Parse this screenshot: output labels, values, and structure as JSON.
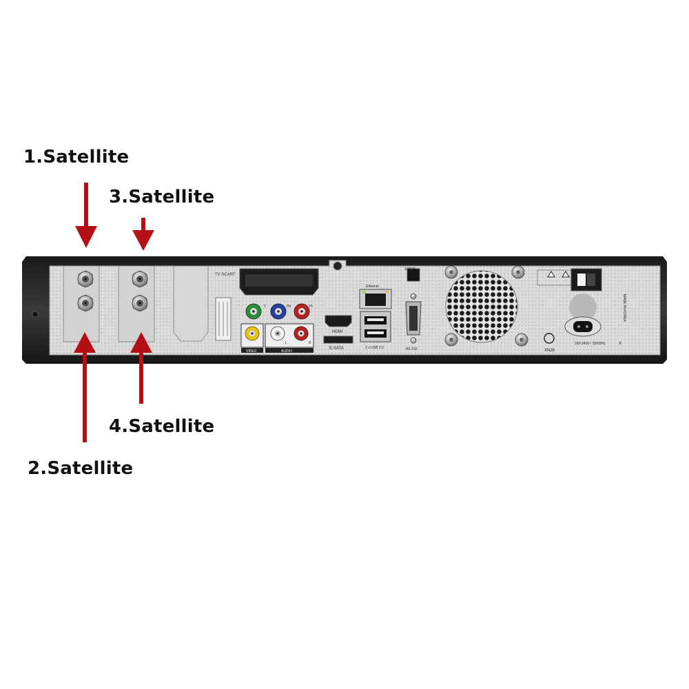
{
  "callouts": [
    {
      "id": "1",
      "text": "1.Satellite"
    },
    {
      "id": "3",
      "text": "3.Satellite"
    },
    {
      "id": "4",
      "text": "4.Satellite"
    },
    {
      "id": "2",
      "text": "2.Satellite"
    }
  ],
  "panel_text": {
    "tv_scart": "TV SCART",
    "video": "VIDEO",
    "audio": "AUDIO",
    "hdmi": "HDMI",
    "esata": "E-SATA",
    "usb": "2 x USB 2.0",
    "ethernet": "Ethernet",
    "spdif": "S/PDIF",
    "rs232": "RS 232",
    "model": "XN28",
    "power": "100-240V~ 50/60Hz",
    "made_in": "MADE IN KOREA",
    "comp_y": "Y",
    "comp_pb": "Pb",
    "comp_pr": "Pr",
    "audio_l": "L",
    "audio_r": "R"
  },
  "colors": {
    "arrow": "#b51016",
    "chassis": "#2a2a2a",
    "panel": "#d9d9d9"
  },
  "icons": [
    "scart-port-icon",
    "rca-jack-icon",
    "hdmi-port-icon",
    "usb-port-icon",
    "ethernet-port-icon",
    "serial-port-icon",
    "fan-grille-icon",
    "power-switch-icon",
    "power-socket-icon",
    "f-connector-icon"
  ]
}
